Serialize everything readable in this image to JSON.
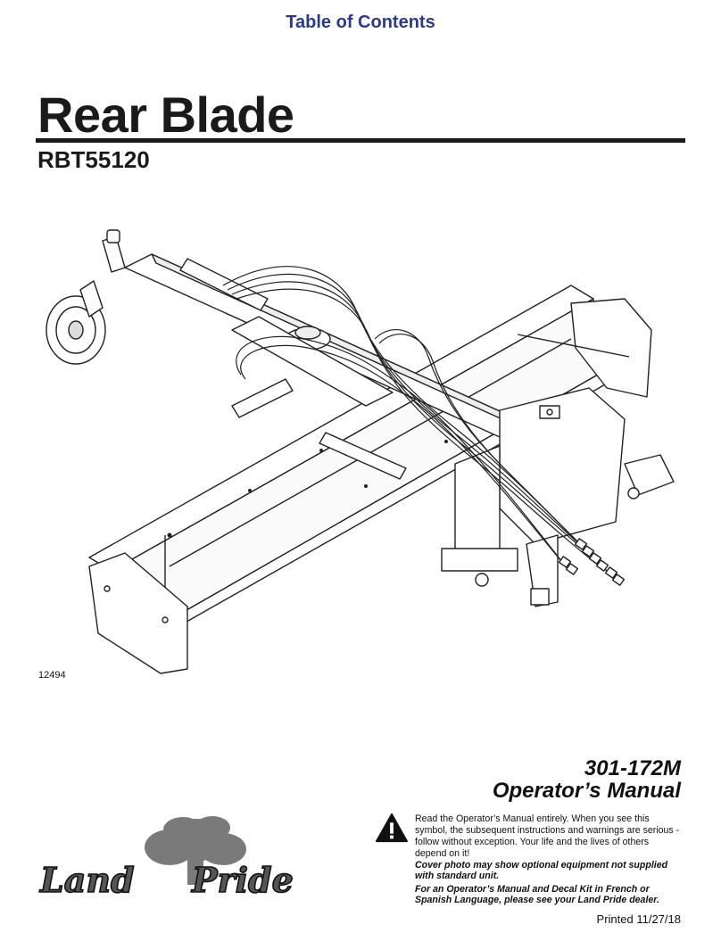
{
  "header": {
    "toc_link": "Table of Contents"
  },
  "cover": {
    "title": "Rear Blade",
    "model": "RBT55120",
    "figure_number": "12494",
    "document_number": "301-172M",
    "document_type": "Operator’s Manual"
  },
  "logo": {
    "brand": "Land Pride",
    "icon": "tree-logo"
  },
  "warning": {
    "icon": "warning-triangle-icon",
    "text": "Read the Operator’s Manual entirely. When you see this symbol, the subsequent instructions and warnings are serious - follow without exception. Your life and the lives of others depend on it!"
  },
  "notes": {
    "photo_note": "Cover photo may show optional equipment not supplied with standard unit.",
    "language_note": "For an Operator’s Manual and Decal Kit in French or Spanish Language, please see your Land Pride dealer."
  },
  "footer": {
    "printed": "Printed 11/27/18"
  }
}
